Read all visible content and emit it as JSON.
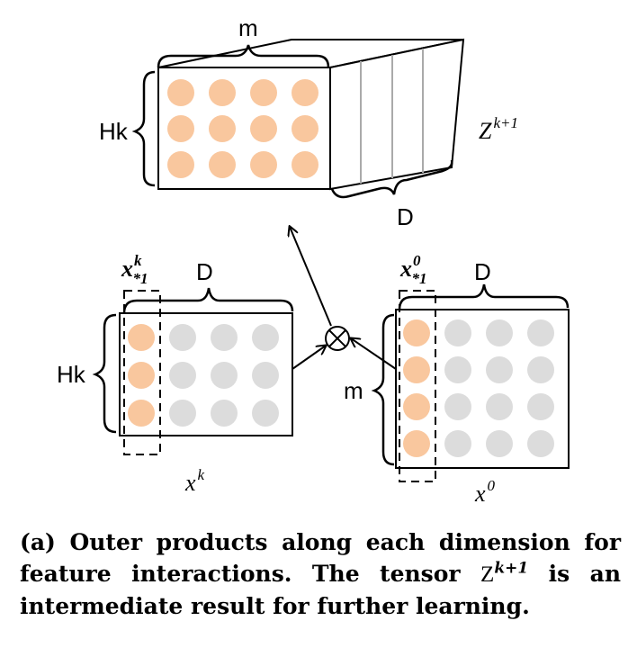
{
  "labels": {
    "top_width": "m",
    "top_height": "Hk",
    "top_depth": "D",
    "tensor": "Z",
    "tensor_sup": "k+1",
    "left_width": "D",
    "left_height": "Hk",
    "left_col": "x",
    "left_col_sup": "k",
    "left_col_sub": "*1",
    "left_matrix": "x",
    "left_matrix_sup": "k",
    "right_width": "D",
    "right_height": "m",
    "right_col": "x",
    "right_col_sup": "0",
    "right_col_sub": "*1",
    "right_matrix": "x",
    "right_matrix_sup": "0",
    "operator": "⊗"
  },
  "caption": {
    "prefix": "(a) Outer products along each dimension for feature interactions. The tensor ",
    "tensor": "Z",
    "tensor_sup": "k+1",
    "suffix": " is an intermediate result for further learning."
  },
  "colors": {
    "highlight": "#f9c79e",
    "inactive": "#dcdcdc",
    "stroke": "#000000",
    "slice": "#aaaaaa"
  }
}
